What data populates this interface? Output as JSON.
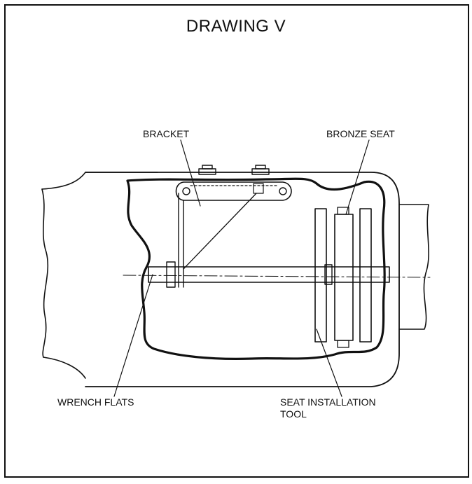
{
  "title": "DRAWING V",
  "labels": {
    "bracket": "BRACKET",
    "bronze_seat": "BRONZE SEAT",
    "wrench_flats": "WRENCH FLATS",
    "seat_installation_tool_line1": "SEAT INSTALLATION",
    "seat_installation_tool_line2": "TOOL"
  }
}
